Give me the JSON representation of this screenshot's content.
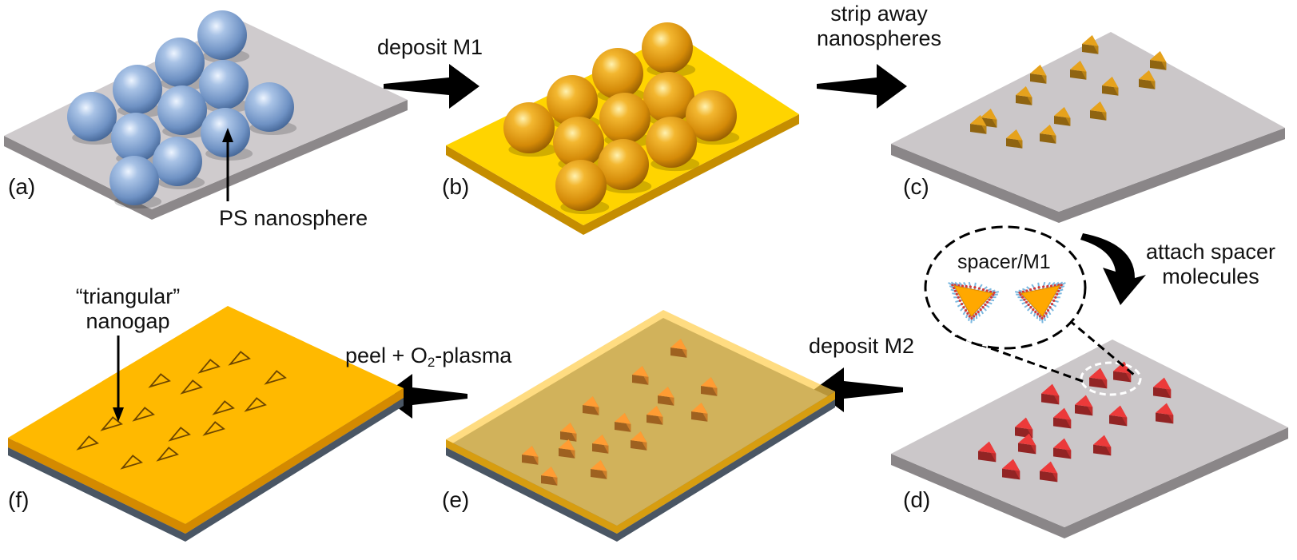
{
  "panels": [
    {
      "letter": "(a)"
    },
    {
      "letter": "(b)"
    },
    {
      "letter": "(c)"
    },
    {
      "letter": "(d)"
    },
    {
      "letter": "(e)"
    },
    {
      "letter": "(f)"
    }
  ],
  "steps": {
    "ab": "deposit M1",
    "bc_line1": "strip away",
    "bc_line2": "nanospheres",
    "cd_line1": "attach spacer",
    "cd_line2": "molecules",
    "de": "deposit M2",
    "ef_prefix": "peel + O",
    "ef_sub": "2",
    "ef_suffix": "-plasma"
  },
  "annotations": {
    "ps_nanosphere": "PS nanosphere",
    "spacer_m1": "spacer/M1",
    "nanogap_line1": "“triangular”",
    "nanogap_line2": "nanogap"
  },
  "colors": {
    "substrate_top": "#cbc7c9",
    "substrate_side": "#8e8a8c",
    "sphere_blue": "#7d9fcf",
    "sphere_gold": "#e29b12",
    "gold_film": "#ffd200",
    "red_triangle": "#ec3a3a",
    "orange_film": "#ffb900",
    "arrow": "#000000"
  }
}
